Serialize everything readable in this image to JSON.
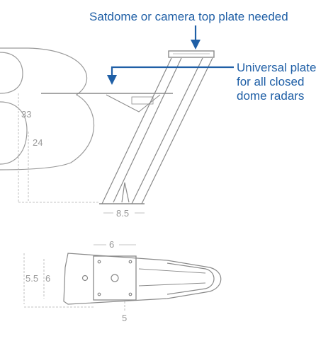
{
  "callouts": {
    "top": "Satdome or camera top plate needed",
    "side": [
      "Universal plate",
      "for all closed",
      "dome radars"
    ]
  },
  "dimensions": {
    "side_view": {
      "height_outer": "33",
      "height_inner": "24",
      "base_width": "8.5"
    },
    "top_view": {
      "width": "6",
      "height_outer": "5.5",
      "height_inner": "6",
      "bottom_width": "5"
    }
  },
  "colors": {
    "callout": "#1f5fa6",
    "drawing_line": "#8a8a8a",
    "dimension_text": "#9a9a9a"
  }
}
